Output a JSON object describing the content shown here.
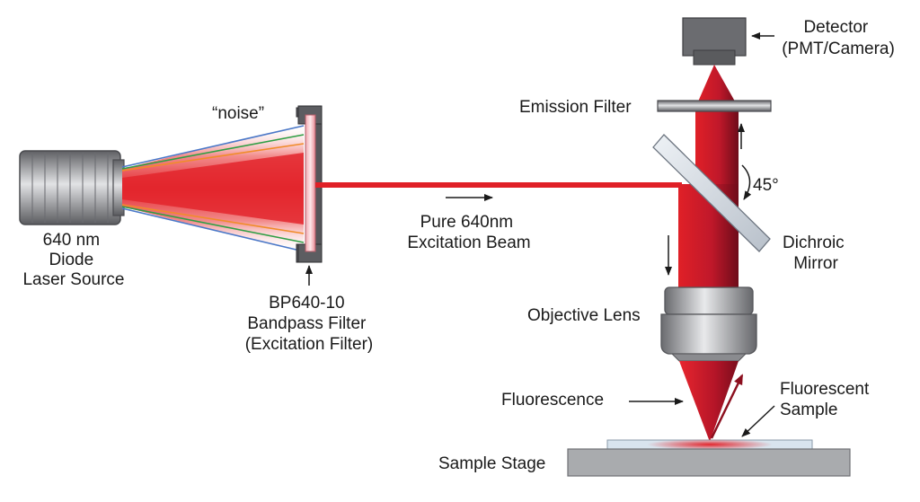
{
  "labels": {
    "laser": [
      "640 nm",
      "Diode",
      "Laser Source"
    ],
    "noise": "“noise”",
    "filter": [
      "BP640-10",
      "Bandpass Filter",
      "(Excitation Filter)"
    ],
    "beam": [
      "Pure 640nm",
      "Excitation Beam"
    ],
    "detector": [
      "Detector",
      "(PMT/Camera)"
    ],
    "emission_filter": "Emission Filter",
    "angle": "45°",
    "dichroic": [
      "Dichroic",
      "Mirror"
    ],
    "objective": "Objective Lens",
    "fluorescence": "Fluorescence",
    "sample": [
      "Fluorescent",
      "Sample"
    ],
    "stage": "Sample Stage"
  },
  "colors": {
    "excitation_red": "#e02027",
    "emission_dark_red": "#8c0f1e",
    "metal_dark": "#5a5b5e",
    "metal_light": "#d9dadc",
    "noise_green": "#2f9e44",
    "noise_orange": "#f08c2a",
    "noise_blue": "#4a78c8",
    "stage_gray": "#a9abae"
  }
}
